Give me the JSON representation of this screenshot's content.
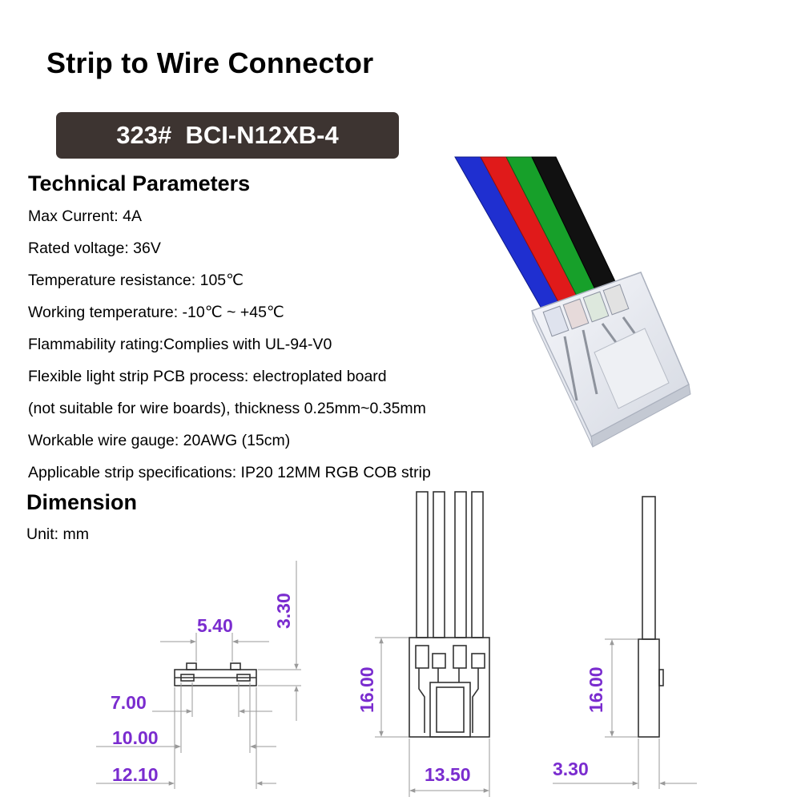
{
  "header": {
    "title": "Strip to Wire Connector",
    "model": "323#  BCI-N12XB-4"
  },
  "technical": {
    "heading": "Technical Parameters",
    "lines": [
      "Max Current: 4A",
      "Rated voltage: 36V",
      "Temperature resistance: 105℃",
      "Working temperature: -10℃ ~ +45℃",
      "Flammability rating:Complies with UL-94-V0",
      "Flexible light strip PCB process: electroplated board",
      "(not suitable for wire boards), thickness 0.25mm~0.35mm",
      "Workable wire gauge: 20AWG  (15cm)",
      "Applicable strip specifications: IP20 12MM  RGB COB strip"
    ]
  },
  "dimension": {
    "heading": "Dimension",
    "unit": "Unit: mm",
    "labels": {
      "top_width": "5.40",
      "top_height": "3.30",
      "w1": "7.00",
      "w2": "10.00",
      "w3": "12.10",
      "front_height": "16.00",
      "front_width": "13.50",
      "side_height": "16.00",
      "side_width": "3.30"
    }
  },
  "colors": {
    "dimension_text": "#7a2ccf",
    "model_badge": "#3d3431",
    "wires": [
      "#1f2fd0",
      "#e01a1a",
      "#17a02a",
      "#111111"
    ]
  }
}
